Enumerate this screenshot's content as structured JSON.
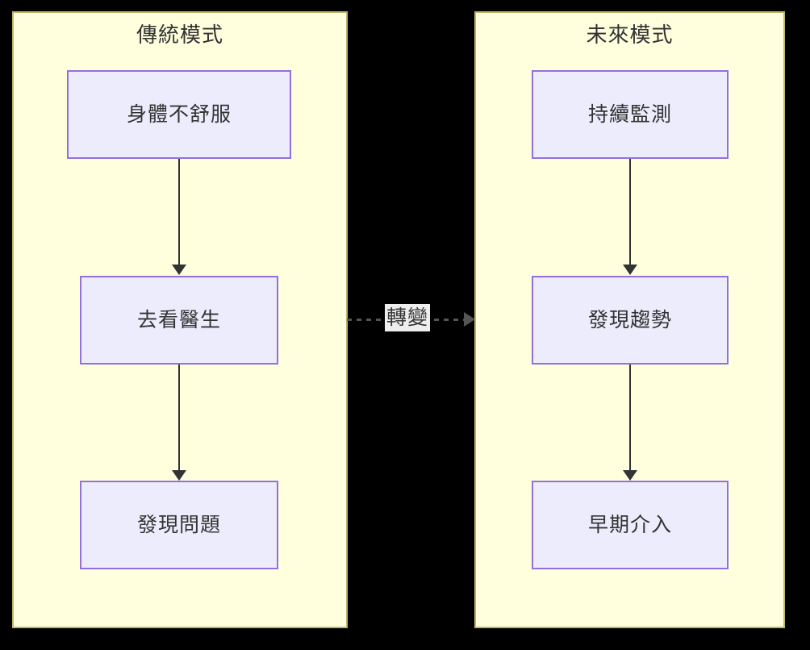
{
  "diagram": {
    "type": "flowchart",
    "background_color": "#000000",
    "panel_fill": "#ffffde",
    "panel_border": "#bdb76b",
    "node_fill": "#ececfd",
    "node_border": "#9370db",
    "text_color": "#333333",
    "arrow_color": "#333333"
  },
  "panels": [
    {
      "id": "traditional",
      "title": "傳統模式",
      "nodes": [
        {
          "id": "l0",
          "label": "身體不舒服"
        },
        {
          "id": "l1",
          "label": "去看醫生"
        },
        {
          "id": "l2",
          "label": "發現問題"
        }
      ]
    },
    {
      "id": "future",
      "title": "未來模式",
      "nodes": [
        {
          "id": "r0",
          "label": "持續監測"
        },
        {
          "id": "r1",
          "label": "發現趨勢"
        },
        {
          "id": "r2",
          "label": "早期介入"
        }
      ]
    }
  ],
  "transition": {
    "label": "轉變",
    "style": "dashed",
    "from": "traditional",
    "to": "future",
    "label_background": "#eeeeee",
    "line_color": "#555555"
  }
}
